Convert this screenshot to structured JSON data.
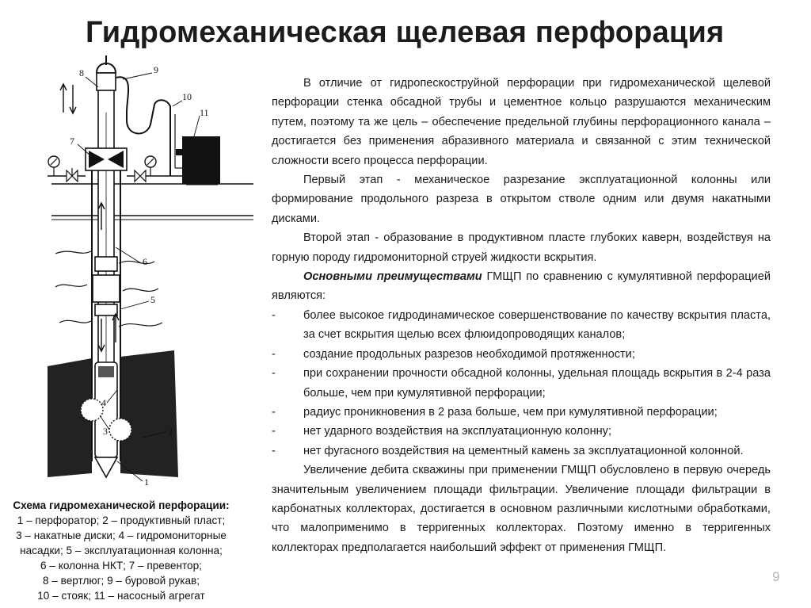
{
  "title": "Гидромеханическая щелевая перфорация",
  "diagram_labels": [
    "1",
    "2",
    "3",
    "4",
    "5",
    "6",
    "7",
    "8",
    "9",
    "10",
    "11"
  ],
  "caption": {
    "title": "Схема гидромеханической перфорации:",
    "lines": [
      "1 – перфоратор; 2 – продуктивный пласт;",
      "3 – накатные диски; 4 – гидромониторные",
      "насадки; 5 – эксплуатационная колонна;",
      "6 – колонна НКТ; 7 – превентор;",
      "8 – вертлюг; 9 – буровой рукав;",
      "10 – стояк; 11 – насосный агрегат"
    ]
  },
  "body": {
    "p1": "В отличие от гидропескоструйной перфорации при гидромеханической щелевой перфорации стенка обсадной трубы и цементное кольцо разрушаются механическим путем, поэтому та же цель – обеспечение предельной глубины перфорационного канала – достигается без применения абразивного материала и связанной с этим технической сложности всего процесса перфорации.",
    "p2": "Первый этап - механическое разрезание эксплуатационной колонны или формирование продольного разреза в открытом стволе одним или двумя накатными дисками.",
    "p3": "Второй этап - образование в продуктивном пласте глубоких каверн, воздействуя на горную породу гидромониторной струей жидкости вскрытия.",
    "p4_bold": "Основными преимуществами",
    "p4_rest": " ГМЩП по сравнению с кумулятивной перфорацией являются:",
    "bullet_mark": "-",
    "bullets": [
      "более высокое гидродинамическое совершенствование по качеству вскрытия пласта, за счет вскрытия щелью всех флюидопроводящих каналов;",
      "создание продольных разрезов необходимой протяженности;",
      "при сохранении прочности обсадной колонны, удельная площадь вскрытия в 2-4 раза больше, чем при кумулятивной перфорации;",
      "радиус проникновения в 2 раза больше, чем при кумулятивной перфорации;",
      "нет ударного воздействия на эксплуатационную колонну;",
      "нет фугасного воздействия на цементный камень за эксплуатационной колонной."
    ],
    "p5": "Увеличение дебита скважины при применении ГМЩП обусловлено в первую очередь значительным увеличением площади фильтрации. Увеличение площади фильтрации в карбонатных коллекторах, достигается в основном различными кислотными обработками, что малоприменимо в терригенных коллекторах. Поэтому именно в терригенных коллекторах предполагается наибольший эффект от применения ГМЩП."
  },
  "page_number": "9"
}
